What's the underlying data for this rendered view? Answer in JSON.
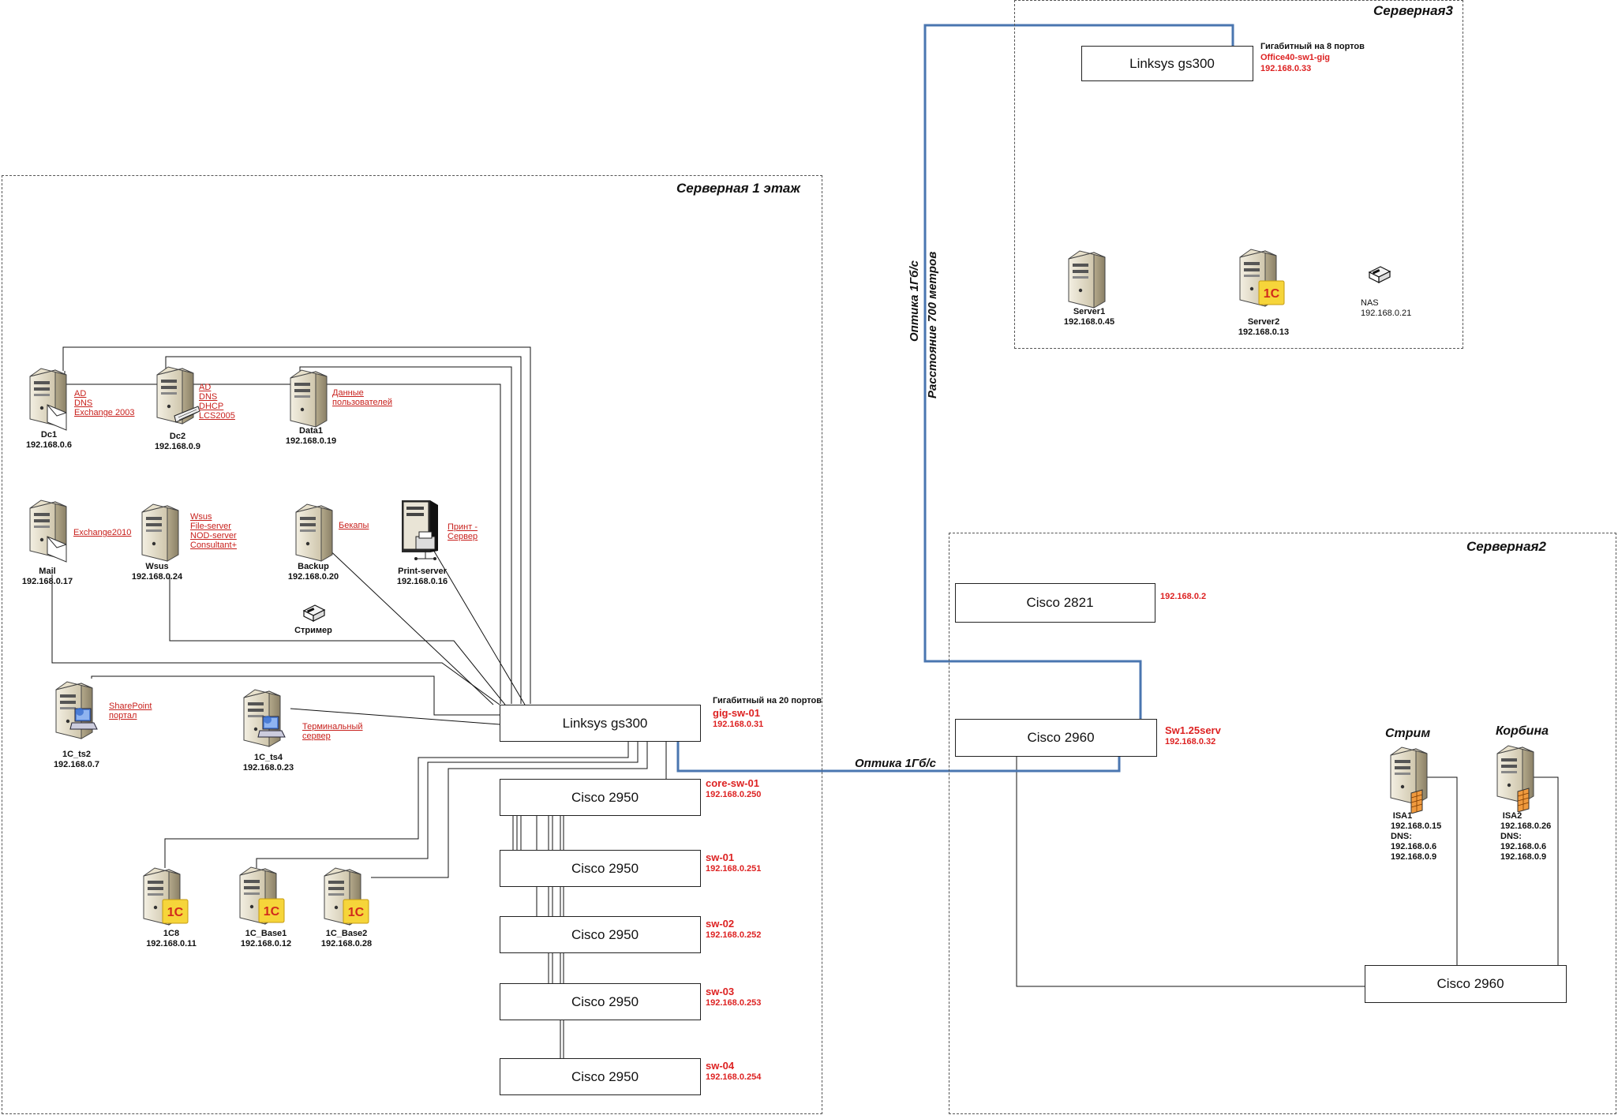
{
  "rooms": {
    "floor1": "Серверная 1 этаж",
    "room2": "Серверная2",
    "room3": "Серверная3"
  },
  "floor1_servers": {
    "dc1": {
      "name": "Dc1",
      "ip": "192.168.0.6",
      "roles": [
        "AD",
        "DNS",
        "Exchange 2003"
      ]
    },
    "dc2": {
      "name": "Dc2",
      "ip": "192.168.0.9",
      "roles": [
        "AD",
        "DNS",
        "DHCP",
        "LCS2005"
      ]
    },
    "data1": {
      "name": "Data1",
      "ip": "192.168.0.19",
      "roles": [
        "Данные",
        "пользователей"
      ]
    },
    "mail": {
      "name": "Mail",
      "ip": "192.168.0.17",
      "roles": [
        "Exchange2010"
      ]
    },
    "wsus": {
      "name": "Wsus",
      "ip": "192.168.0.24",
      "roles": [
        "Wsus",
        "File-server",
        "NOD-server",
        "Consultant+"
      ]
    },
    "backup": {
      "name": "Backup",
      "ip": "192.168.0.20",
      "roles": [
        "Бекапы"
      ]
    },
    "print": {
      "name": "Print-server",
      "ip": "192.168.0.16",
      "roles": [
        "Принт -",
        "Сервер"
      ]
    },
    "streamer": {
      "name": "Стример"
    },
    "ts2": {
      "name": "1C_ts2",
      "ip": "192.168.0.7",
      "roles": [
        "SharePoint",
        "портал"
      ]
    },
    "ts4": {
      "name": "1C_ts4",
      "ip": "192.168.0.23",
      "roles": [
        "Терминальный",
        "сервер"
      ]
    },
    "c8": {
      "name": "1C8",
      "ip": "192.168.0.11"
    },
    "base1": {
      "name": "1C_Base1",
      "ip": "192.168.0.12"
    },
    "base2": {
      "name": "1C_Base2",
      "ip": "192.168.0.28"
    }
  },
  "floor1_switches": {
    "linksys": {
      "label": "Linksys gs300",
      "note": "Гигабитный на 20 портов",
      "host": "gig-sw-01",
      "ip": "192.168.0.31"
    },
    "core": {
      "label": "Cisco 2950",
      "host": "core-sw-01",
      "ip": "192.168.0.250"
    },
    "sw01": {
      "label": "Cisco 2950",
      "host": "sw-01",
      "ip": "192.168.0.251"
    },
    "sw02": {
      "label": "Cisco 2950",
      "host": "sw-02",
      "ip": "192.168.0.252"
    },
    "sw03": {
      "label": "Cisco 2950",
      "host": "sw-03",
      "ip": "192.168.0.253"
    },
    "sw04": {
      "label": "Cisco 2950",
      "host": "sw-04",
      "ip": "192.168.0.254"
    }
  },
  "room3": {
    "linksys": {
      "label": "Linksys gs300",
      "note": "Гигабитный на 8 портов",
      "host": "Office40-sw1-gig",
      "ip": "192.168.0.33"
    },
    "server1": {
      "name": "Server1",
      "ip": "192.168.0.45"
    },
    "server2": {
      "name": "Server2",
      "ip": "192.168.0.13"
    },
    "nas": {
      "name": "NAS",
      "ip": "192.168.0.21"
    }
  },
  "room2": {
    "cisco2821": {
      "label": "Cisco 2821",
      "ip": "192.168.0.2"
    },
    "cisco2960a": {
      "label": "Cisco 2960",
      "host": "Sw1.25serv",
      "ip": "192.168.0.32"
    },
    "cisco2960b": {
      "label": "Cisco 2960"
    },
    "isa1": {
      "title": "Стрим",
      "name": "ISA1",
      "ip": "192.168.0.15",
      "dns_label": "DNS:",
      "dns": [
        "192.168.0.6",
        "192.168.0.9"
      ]
    },
    "isa2": {
      "title": "Корбина",
      "name": "ISA2",
      "ip": "192.168.0.26",
      "dns_label": "DNS:",
      "dns": [
        "192.168.0.6",
        "192.168.0.9"
      ]
    }
  },
  "links": {
    "fiber_h": "Оптика 1Гб/с",
    "fiber_v1": "Оптика 1Гб/с",
    "fiber_v2": "Расстояние 700 метров"
  },
  "colors": {
    "fiber": "#4a76b0",
    "role_text": "#c8211d",
    "switch_tag": "#d22222"
  }
}
